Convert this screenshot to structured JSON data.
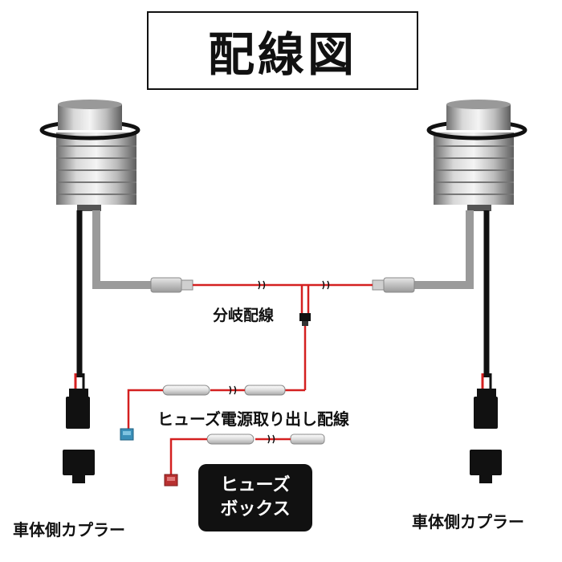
{
  "title": "配線図",
  "labels": {
    "branch_wiring": "分岐配線",
    "fuse_power_wiring": "ヒューズ電源取り出し配線",
    "coupler_left": "車体側カプラー",
    "coupler_right": "車体側カプラー"
  },
  "fuse_box": {
    "line1": "ヒューズ",
    "line2": "ボックス"
  },
  "colors": {
    "wire_red": "#d42020",
    "wire_gray": "#9a9a9a",
    "wire_black": "#111111",
    "fuse_blue": "#3a8fb8",
    "fuse_red": "#b83030",
    "box_bg": "#111111"
  }
}
